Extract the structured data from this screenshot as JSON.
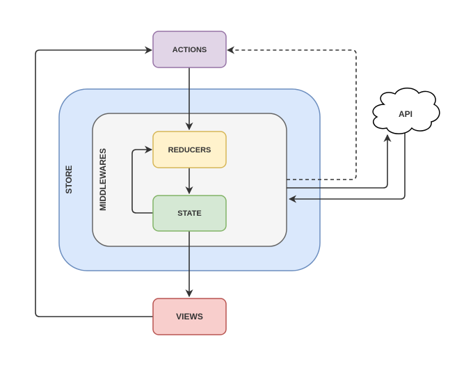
{
  "diagram": {
    "title": "Redux data flow",
    "nodes": {
      "actions": {
        "label": "ACTIONS",
        "fill": "#e1d5e7",
        "stroke": "#9673a6"
      },
      "reducers": {
        "label": "REDUCERS",
        "fill": "#fff2cc",
        "stroke": "#d6b656"
      },
      "state": {
        "label": "STATE",
        "fill": "#d5e8d4",
        "stroke": "#82b366"
      },
      "views": {
        "label": "VIEWS",
        "fill": "#f8cecc",
        "stroke": "#b85450"
      },
      "api": {
        "label": "API",
        "fill": "#ffffff",
        "stroke": "#000000"
      }
    },
    "containers": {
      "store": {
        "label": "STORE",
        "fill": "#dae8fc",
        "stroke": "#6c8ebf"
      },
      "middlewares": {
        "label": "MIDDLEWARES",
        "fill": "#f5f5f5",
        "stroke": "#666666"
      }
    },
    "edges": [
      {
        "from": "actions",
        "to": "reducers",
        "style": "solid"
      },
      {
        "from": "reducers",
        "to": "state",
        "style": "solid"
      },
      {
        "from": "state",
        "to": "reducers",
        "style": "solid"
      },
      {
        "from": "state",
        "to": "views",
        "style": "solid"
      },
      {
        "from": "views",
        "to": "actions",
        "style": "solid"
      },
      {
        "from": "middlewares",
        "to": "api",
        "style": "solid"
      },
      {
        "from": "api",
        "to": "middlewares",
        "style": "solid"
      },
      {
        "from": "middlewares",
        "to": "actions",
        "style": "dashed"
      }
    ],
    "edge_color": "#333333"
  }
}
